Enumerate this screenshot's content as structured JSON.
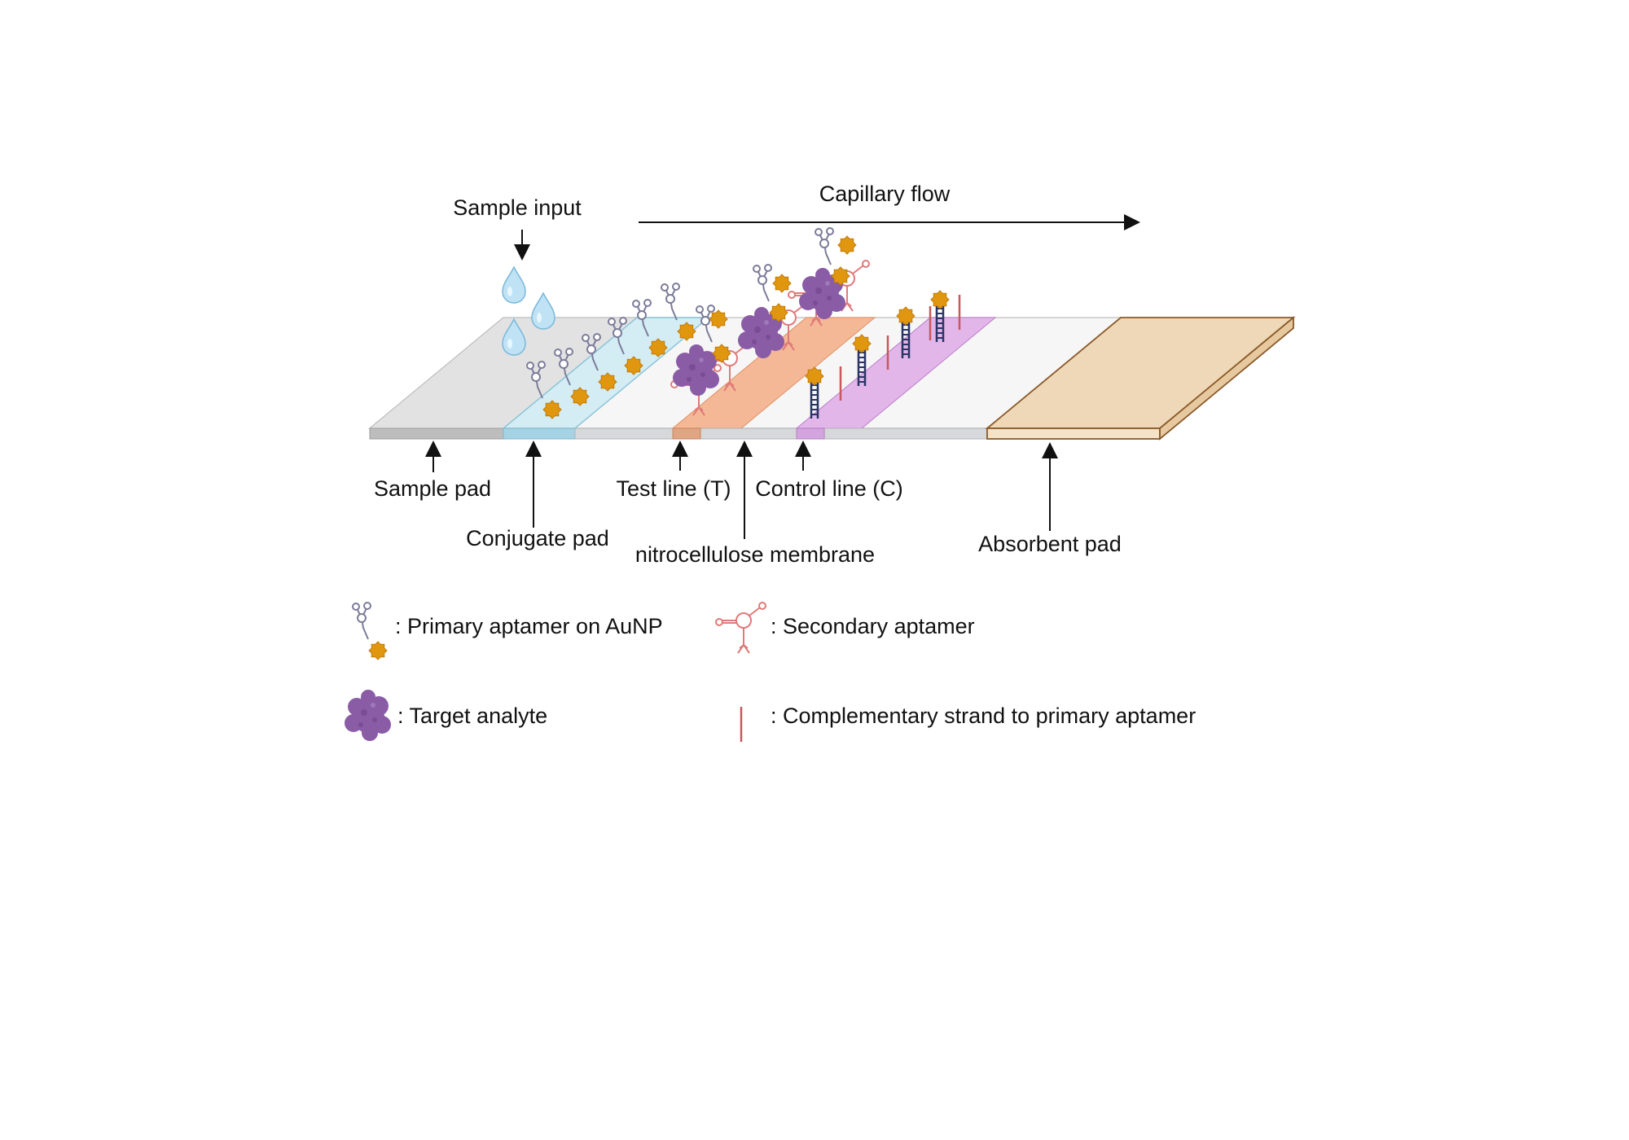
{
  "labels": {
    "sample_input": "Sample input",
    "capillary_flow": "Capillary flow",
    "sample_pad": "Sample pad",
    "conjugate_pad": "Conjugate pad",
    "test_line": "Test line (T)",
    "control_line": "Control line (C)",
    "nitrocellulose_membrane": "nitrocellulose membrane",
    "absorbent_pad": "Absorbent pad"
  },
  "legend": {
    "primary_aptamer": ": Primary aptamer on AuNP",
    "secondary_aptamer": ": Secondary aptamer",
    "target_analyte": ": Target analyte",
    "complementary_strand": ": Complementary strand to primary aptamer"
  },
  "colors": {
    "sample_pad": "#e2e2e2",
    "conjugate_pad": "#d4ecf3",
    "membrane": "#f6f6f6",
    "test_line": "#f4b896",
    "control_line": "#e3b6ea",
    "absorbent_pad": "#efd8b8",
    "gold_nanoparticle": "#e0960e",
    "analyte": "#8a5ca6",
    "secondary_aptamer": "#e07a7a",
    "primary_aptamer": "#7c7c9a"
  }
}
